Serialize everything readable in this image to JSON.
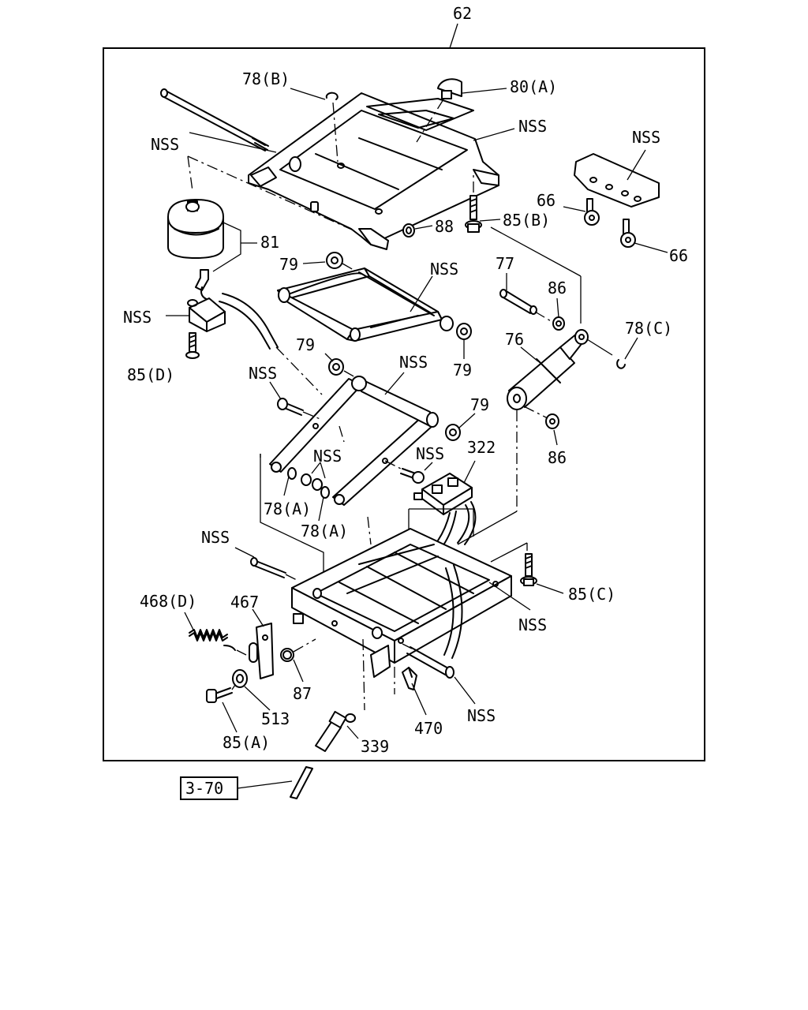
{
  "labels": {
    "assembly": "62",
    "clip_top": "78(B)",
    "cap": "80(A)",
    "nss_top_plate": "NSS",
    "nss_rod": "NSS",
    "nss_bracket_right": "NSS",
    "bolt_66_a": "66",
    "bolt_66_b": "66",
    "nut_88": "88",
    "bolt_85b": "85(B)",
    "air_spring": "81",
    "washer_79_top": "79",
    "nss_upper_link": "NSS",
    "nss_small_bracket": "NSS",
    "bolt_85d": "85(D)",
    "pin_77": "77",
    "bush_86_top": "86",
    "clip_78c": "78(C)",
    "damper": "76",
    "washer_79_mid": "79",
    "washer_79_right": "79",
    "nss_lower_link": "NSS",
    "nss_bolt_left": "NSS",
    "washer_79_lower": "79",
    "bush_86_bottom": "86",
    "nss_bushings": "NSS",
    "nss_bolt_mid": "NSS",
    "valve_322": "322",
    "clip_78a_left": "78(A)",
    "clip_78a_right": "78(A)",
    "nss_pin_left": "NSS",
    "bolt_85c": "85(C)",
    "nss_base_frame": "NSS",
    "spring_468d": "468(D)",
    "plate_467": "467",
    "oring_87": "87",
    "washer_513": "513",
    "bolt_85a": "85(A)",
    "fitting_339": "339",
    "clip_470": "470",
    "nss_pin_bottom": "NSS",
    "ref_box": "3-70"
  }
}
